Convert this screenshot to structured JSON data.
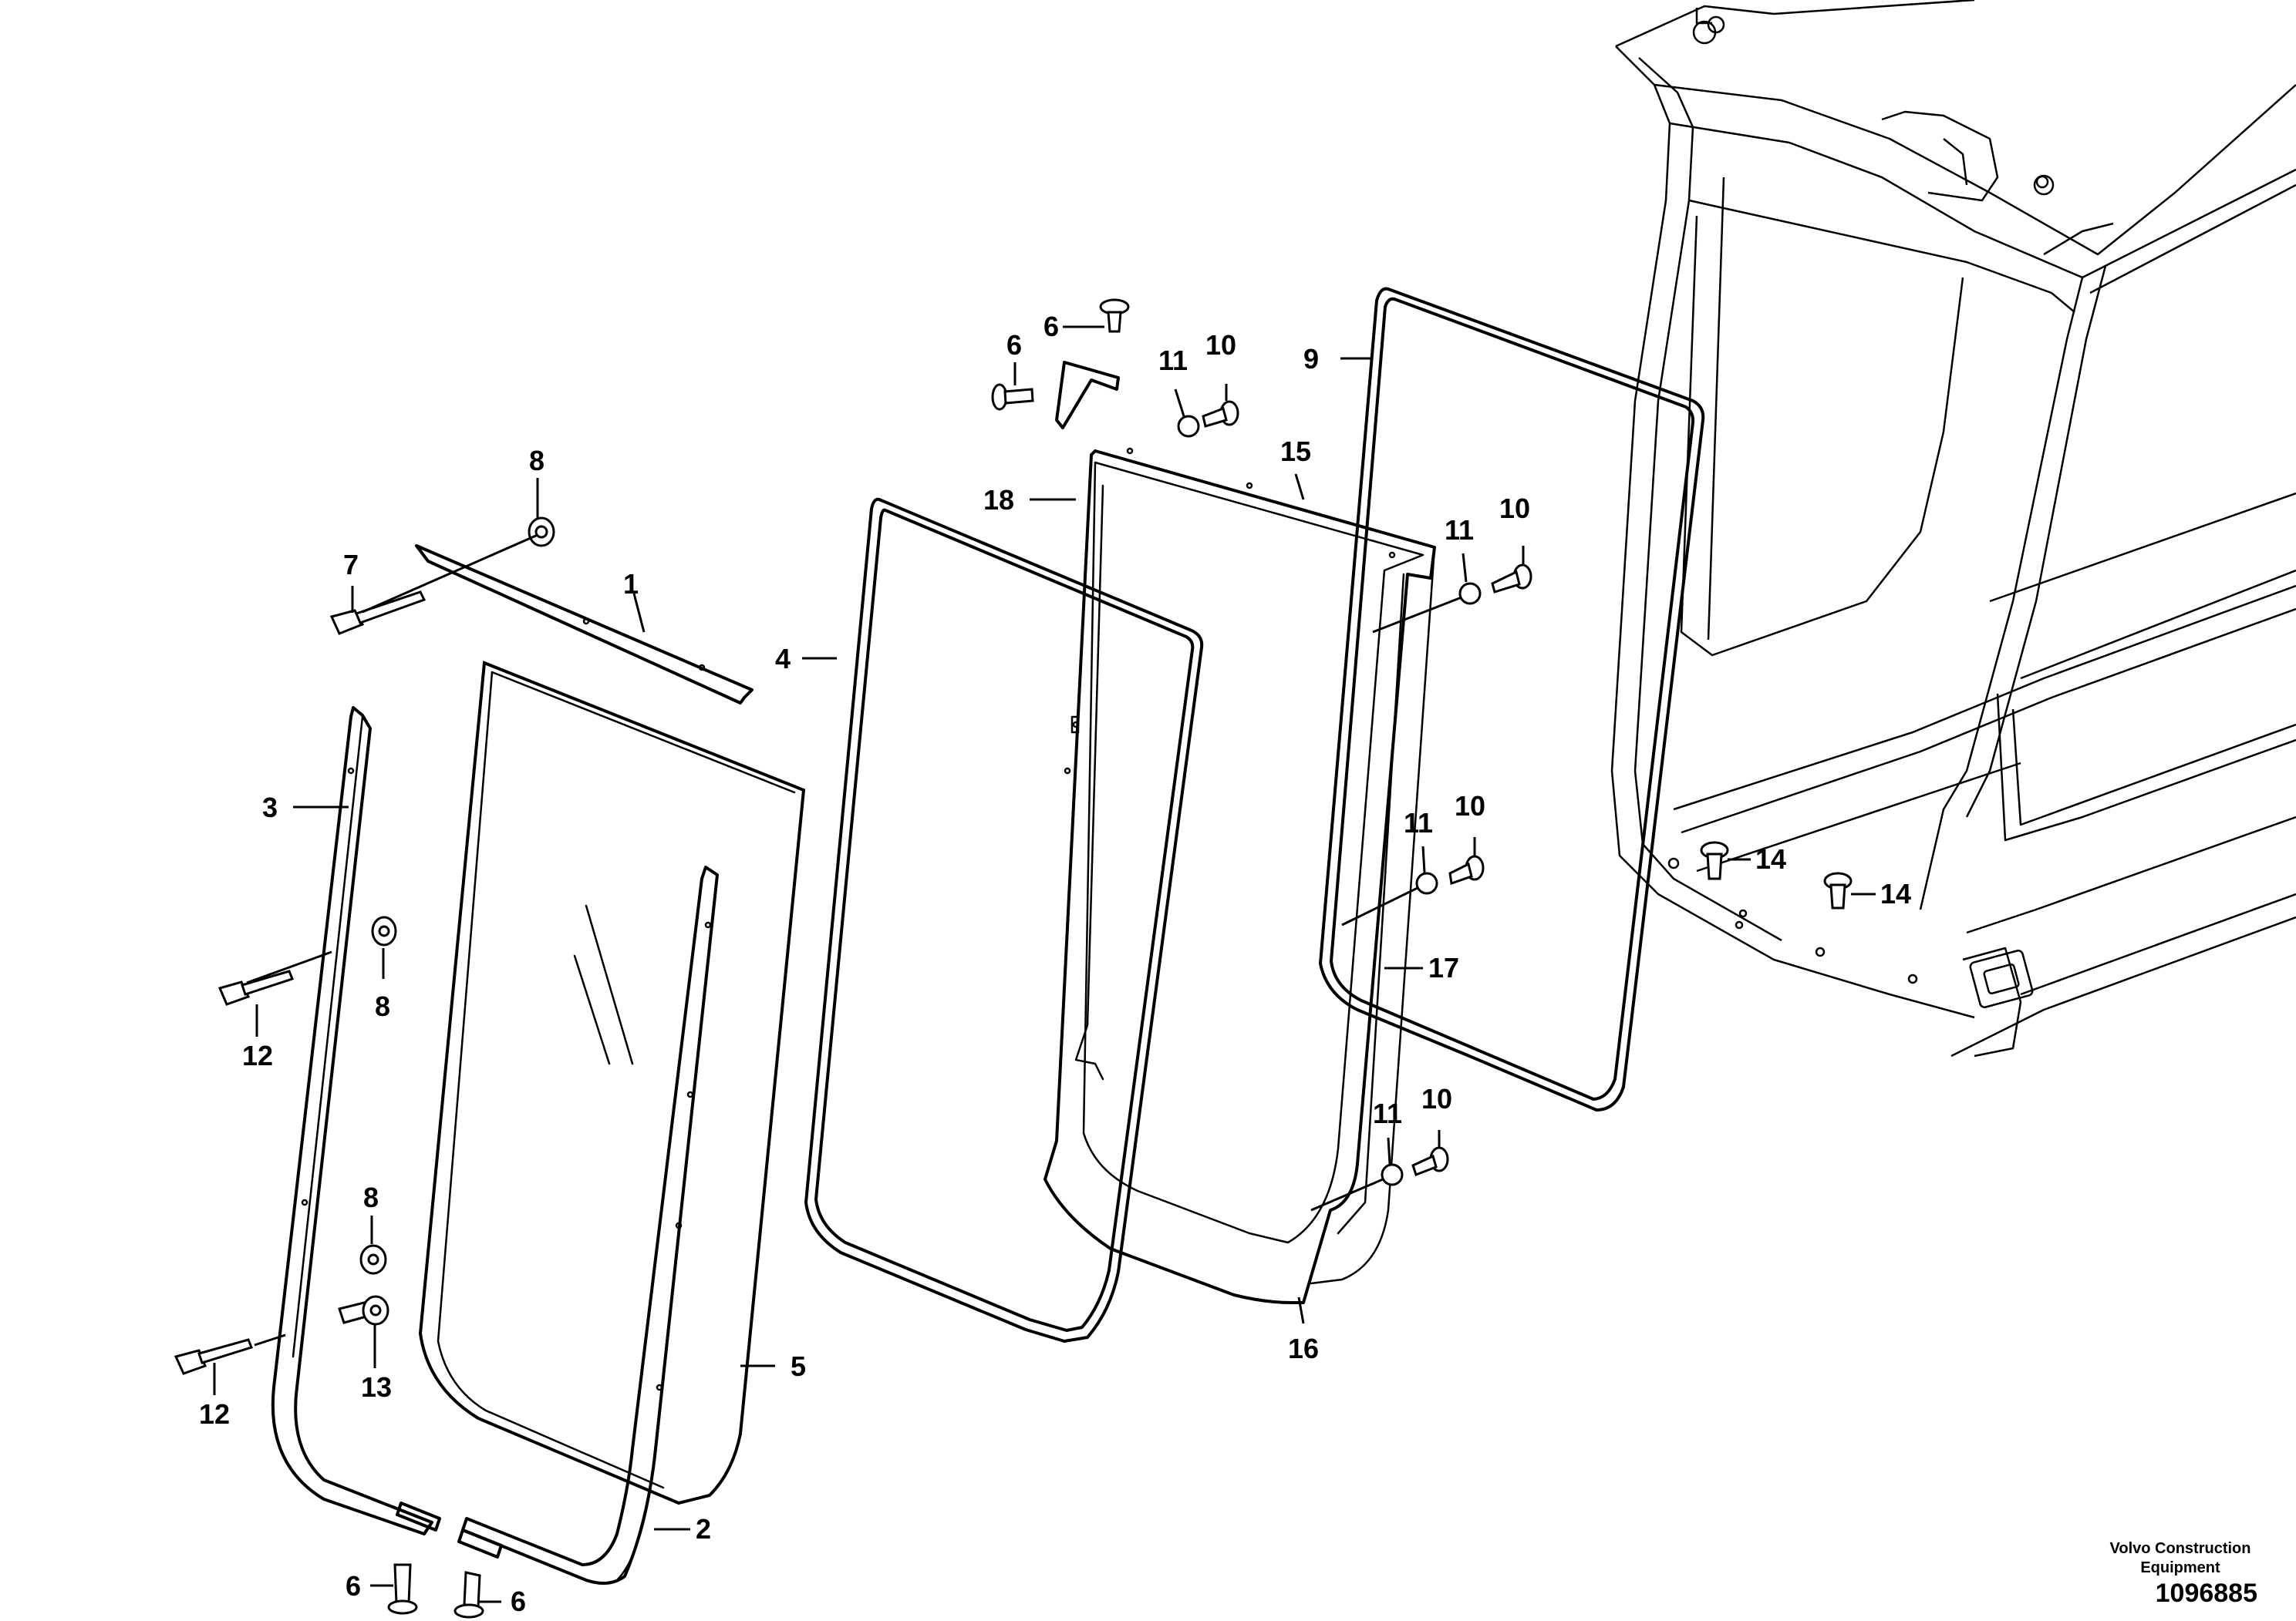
{
  "diagram": {
    "callouts": [
      {
        "id": "c1",
        "label": "1"
      },
      {
        "id": "c2",
        "label": "2"
      },
      {
        "id": "c3",
        "label": "3"
      },
      {
        "id": "c4",
        "label": "4"
      },
      {
        "id": "c5",
        "label": "5"
      },
      {
        "id": "c6a",
        "label": "6"
      },
      {
        "id": "c6b",
        "label": "6"
      },
      {
        "id": "c6c",
        "label": "6"
      },
      {
        "id": "c6d",
        "label": "6"
      },
      {
        "id": "c7",
        "label": "7"
      },
      {
        "id": "c8a",
        "label": "8"
      },
      {
        "id": "c8b",
        "label": "8"
      },
      {
        "id": "c8c",
        "label": "8"
      },
      {
        "id": "c9",
        "label": "9"
      },
      {
        "id": "c10a",
        "label": "10"
      },
      {
        "id": "c10b",
        "label": "10"
      },
      {
        "id": "c10c",
        "label": "10"
      },
      {
        "id": "c10d",
        "label": "10"
      },
      {
        "id": "c11a",
        "label": "11"
      },
      {
        "id": "c11b",
        "label": "11"
      },
      {
        "id": "c11c",
        "label": "11"
      },
      {
        "id": "c11d",
        "label": "11"
      },
      {
        "id": "c12a",
        "label": "12"
      },
      {
        "id": "c12b",
        "label": "12"
      },
      {
        "id": "c13",
        "label": "13"
      },
      {
        "id": "c14a",
        "label": "14"
      },
      {
        "id": "c14b",
        "label": "14"
      },
      {
        "id": "c15",
        "label": "15"
      },
      {
        "id": "c16",
        "label": "16"
      },
      {
        "id": "c17",
        "label": "17"
      },
      {
        "id": "c18",
        "label": "18"
      }
    ]
  },
  "footer": {
    "brand_line1": "Volvo Construction",
    "brand_line2": "Equipment",
    "document_number": "1096885"
  }
}
